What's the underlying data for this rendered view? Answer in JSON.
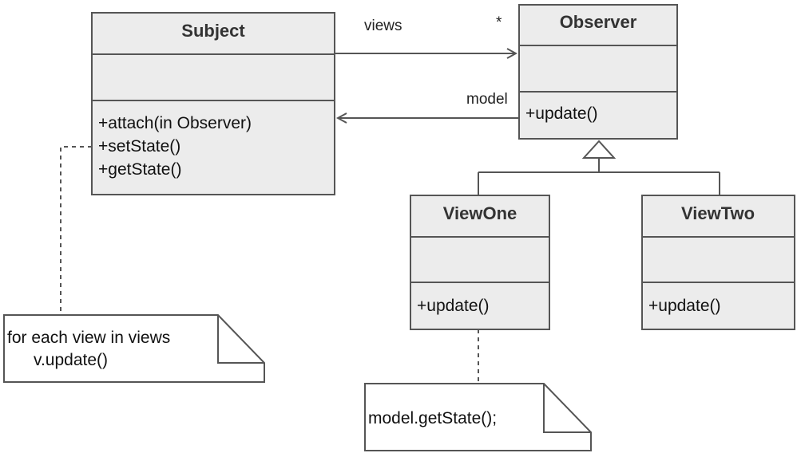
{
  "classes": {
    "subject": {
      "name": "Subject",
      "methods": [
        "+attach(in Observer)",
        "+setState()",
        "+getState()"
      ]
    },
    "observer": {
      "name": "Observer",
      "methods": [
        "+update()"
      ]
    },
    "view_one": {
      "name": "ViewOne",
      "methods": [
        "+update()"
      ]
    },
    "view_two": {
      "name": "ViewTwo",
      "methods": [
        "+update()"
      ]
    }
  },
  "associations": {
    "views": {
      "label": "views",
      "multiplicity": "*"
    },
    "model": {
      "label": "model"
    }
  },
  "notes": {
    "subject_note": {
      "lines": [
        "for each view in views",
        "v.update()"
      ]
    },
    "viewone_note": {
      "lines": [
        "model.getState();"
      ]
    }
  },
  "colors": {
    "box_fill": "#ececec",
    "stroke": "#555555",
    "text": "#333333"
  }
}
